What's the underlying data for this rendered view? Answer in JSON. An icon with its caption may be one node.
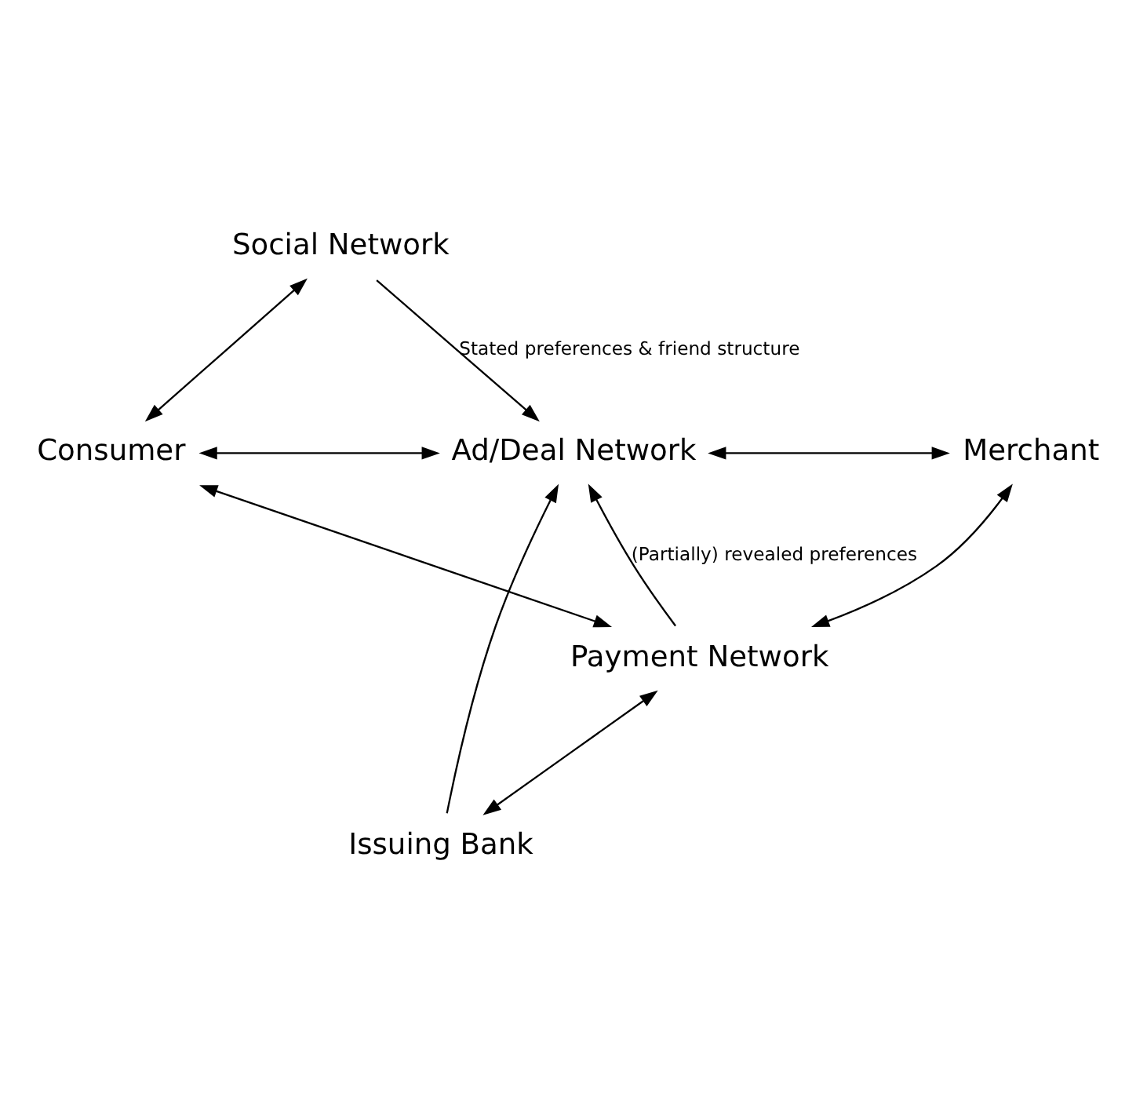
{
  "diagram": {
    "nodes": [
      {
        "text": [
          "Social Network"
        ]
      },
      {
        "text": [
          "Consumer"
        ]
      },
      {
        "text": [
          "Ad/Deal Network"
        ]
      },
      {
        "text": [
          "Merchant"
        ]
      },
      {
        "text": [
          "Payment Network"
        ]
      },
      {
        "text": [
          "Issuing Bank"
        ]
      }
    ],
    "edges": [
      {
        "from": 0,
        "to": 1,
        "arrow": "both"
      },
      {
        "from": 0,
        "to": 2,
        "arrow": "to",
        "label": "Stated preferences & friend structure"
      },
      {
        "from": 1,
        "to": 2,
        "arrow": "both"
      },
      {
        "from": 2,
        "to": 3,
        "arrow": "both"
      },
      {
        "from": 1,
        "to": 4,
        "arrow": "both"
      },
      {
        "from": 4,
        "to": 2,
        "arrow": "to",
        "label": "(Partially) revealed preferences"
      },
      {
        "from": 3,
        "to": 4,
        "arrow": "both"
      },
      {
        "from": 4,
        "to": 5,
        "arrow": "both"
      },
      {
        "from": 5,
        "to": 2,
        "arrow": "to"
      }
    ]
  }
}
